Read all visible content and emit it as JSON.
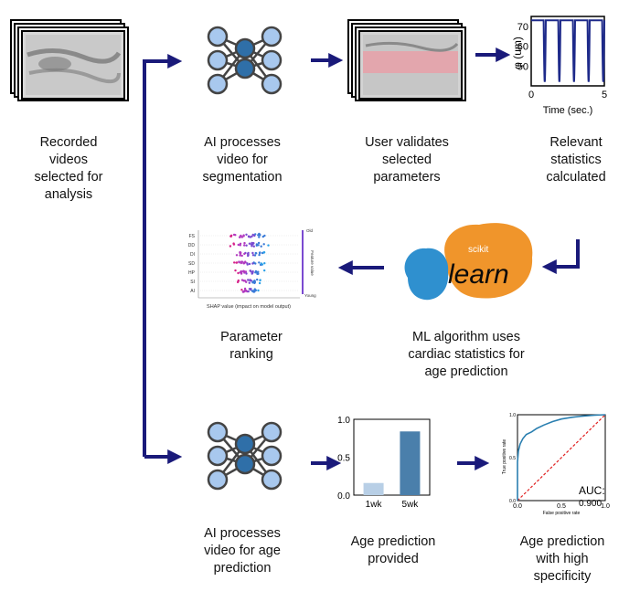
{
  "captions": {
    "recorded": [
      "Recorded",
      "videos",
      "selected for",
      "analysis"
    ],
    "ai_segmentation": [
      "AI processes",
      "video for",
      "segmentation"
    ],
    "user_validates": [
      "User validates",
      "selected",
      "parameters"
    ],
    "relevant_stats": [
      "Relevant",
      "statistics",
      "calculated"
    ],
    "parameter_ranking": [
      "Parameter",
      "ranking"
    ],
    "ml_algorithm": [
      "ML algorithm uses",
      "cardiac statistics for",
      "age prediction"
    ],
    "ai_age": [
      "AI processes",
      "video for age",
      "prediction"
    ],
    "age_provided": [
      "Age prediction",
      "provided"
    ],
    "age_specificity": [
      "Age prediction",
      "with high",
      "specificity"
    ]
  },
  "logo": {
    "top": "scikit",
    "main": "learn"
  },
  "colors": {
    "arrow": "#1a1a7a",
    "node_light": "#a8c8ee",
    "node_dark": "#2f6fa8",
    "orange": "#f0952b",
    "blue_blob": "#2f90cf",
    "roc": "#2a7fb0",
    "diag": "#e02020"
  },
  "chart_data": [
    {
      "type": "line",
      "ylabel": "φ (um)",
      "xlabel": "Time (sec.)",
      "xticks": [
        "0",
        "5"
      ],
      "yticks": [
        "50",
        "60",
        "70"
      ],
      "xlim": [
        0,
        5
      ],
      "ylim": [
        40,
        75
      ],
      "description_values": {
        "peaks": 5,
        "max": 73,
        "min": 42
      }
    },
    {
      "type": "bar",
      "categories": [
        "1wk",
        "5wk"
      ],
      "values": [
        0.16,
        0.84
      ],
      "yticks": [
        "0.0",
        "0.5",
        "1.0"
      ],
      "ylim": [
        0,
        1
      ]
    },
    {
      "type": "line",
      "xlabel": "False positive rate",
      "ylabel": "True positive rate",
      "xticks": [
        "0.0",
        "0.5",
        "1.0"
      ],
      "yticks": [
        "0.0",
        "0.5",
        "1.0"
      ],
      "xlim": [
        0,
        1
      ],
      "ylim": [
        0,
        1
      ],
      "annotation": "AUC:",
      "annotation_value": "0.900"
    },
    {
      "type": "scatter",
      "features": [
        "FS",
        "DD",
        "DI",
        "SD",
        "HP",
        "SI",
        "AI"
      ],
      "xlabel": "SHAP value (impact on model output)",
      "colorbar_top": "Old",
      "colorbar_bottom": "Young",
      "colorbar_label": "Feature value"
    }
  ]
}
